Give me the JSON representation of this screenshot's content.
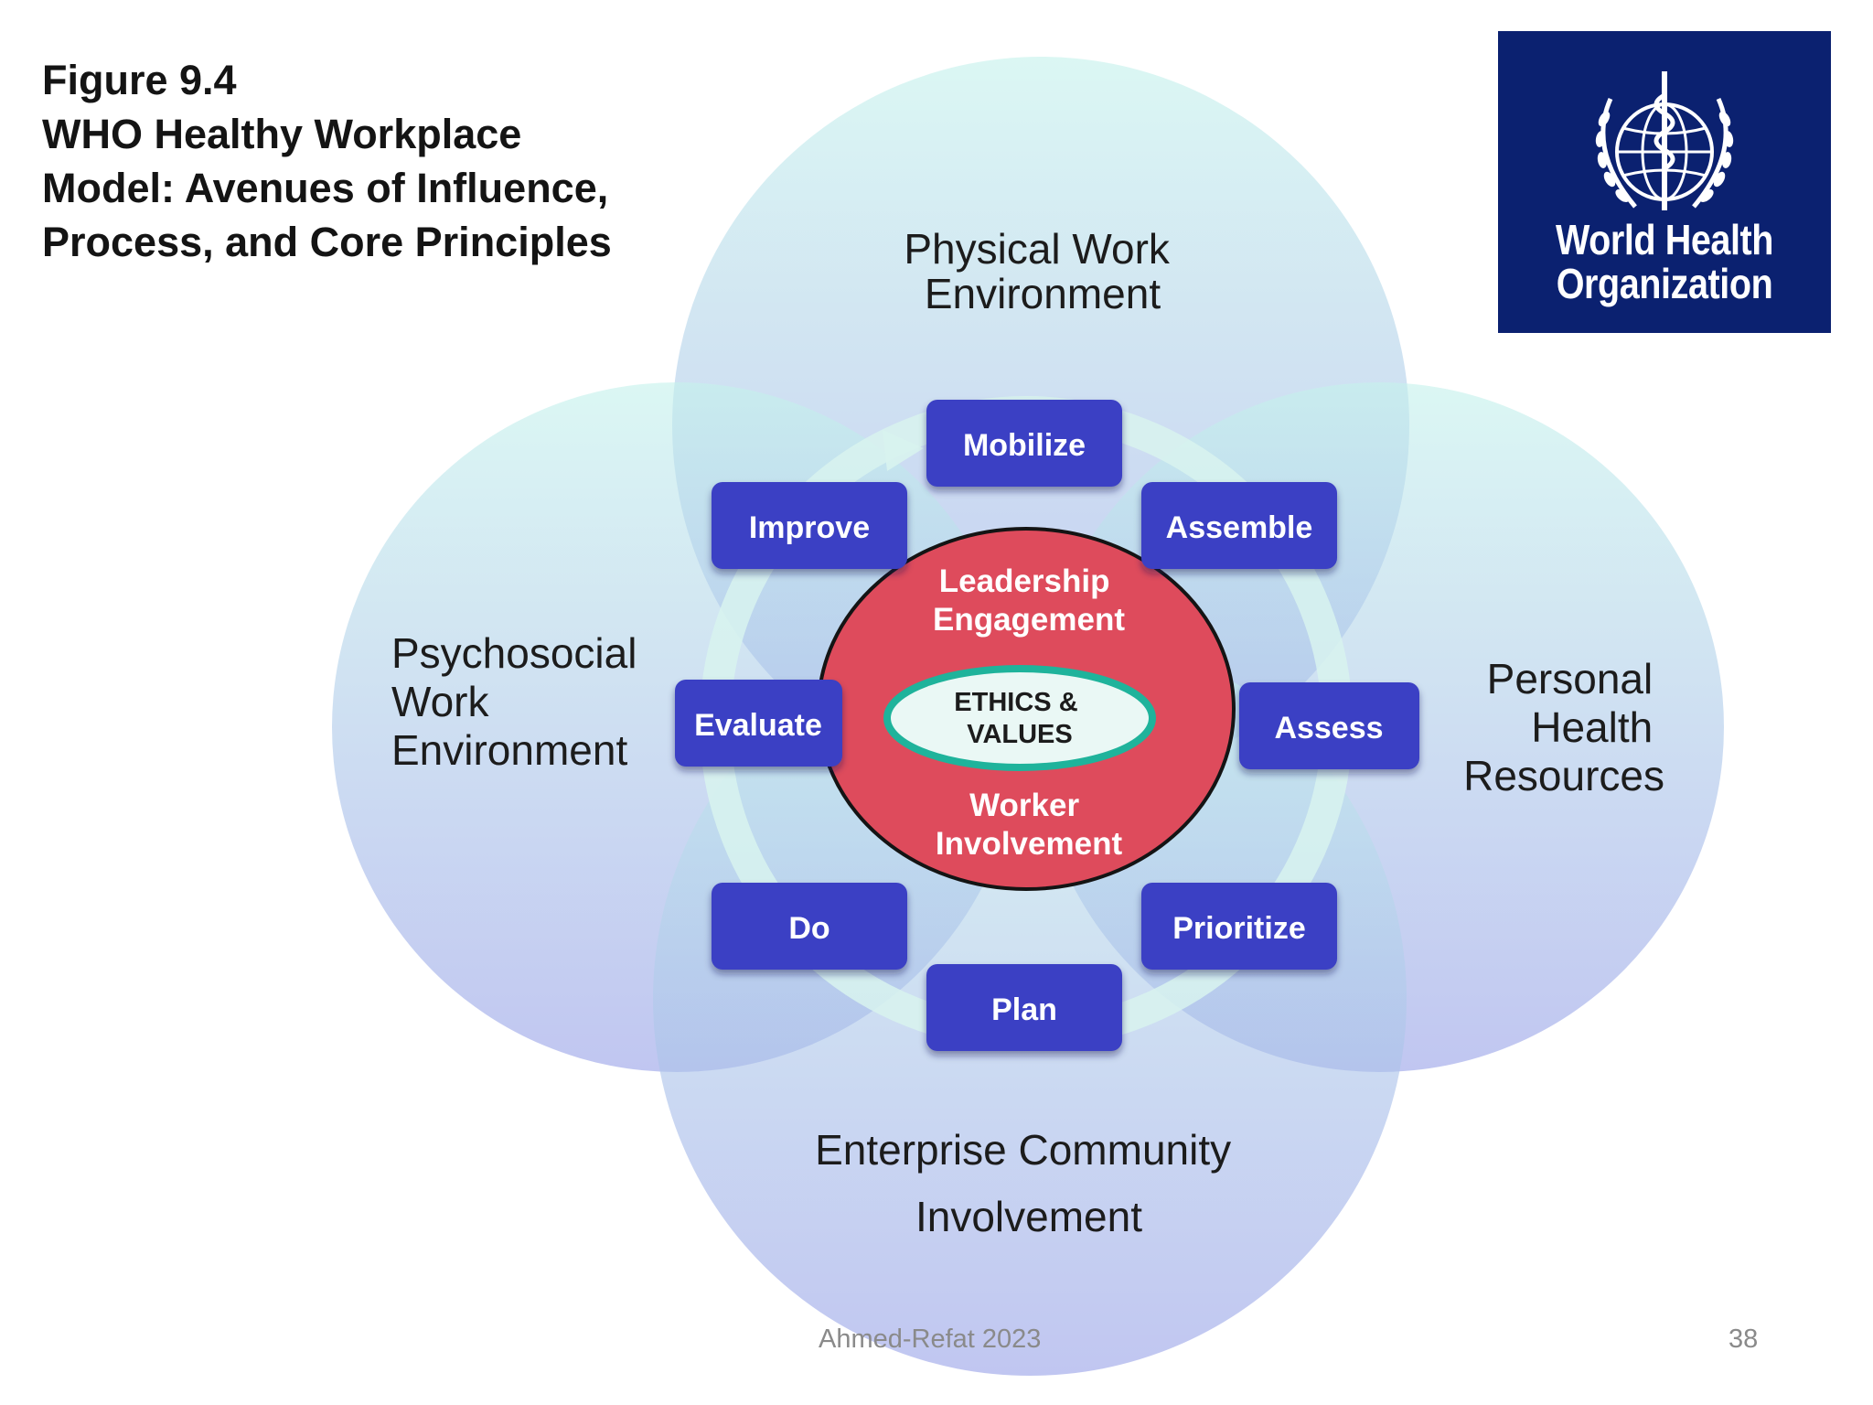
{
  "figure": {
    "caption_lines": [
      "Figure 9.4",
      "WHO Healthy Workplace",
      "Model: Avenues of Influence,",
      "Process, and Core Principles"
    ]
  },
  "logo": {
    "name_lines": [
      "World Health",
      "Organization"
    ],
    "icon": "who-emblem-icon",
    "background": "#0b2170"
  },
  "avenues": {
    "physical": [
      "Physical Work",
      "Environment"
    ],
    "psychosocial": [
      "Psychosocial",
      "Work",
      "Environment"
    ],
    "personal": [
      "Personal",
      "Health",
      "Resources"
    ],
    "enterprise": [
      "Enterprise Community",
      "Involvement"
    ]
  },
  "process_steps": {
    "mobilize": "Mobilize",
    "assemble": "Assemble",
    "assess": "Assess",
    "prioritize": "Prioritize",
    "plan": "Plan",
    "do": "Do",
    "evaluate": "Evaluate",
    "improve": "Improve"
  },
  "core": {
    "leadership": [
      "Leadership",
      "Engagement"
    ],
    "worker": [
      "Worker",
      "Involvement"
    ],
    "ethics": [
      "ETHICS &",
      "VALUES"
    ]
  },
  "colors": {
    "step_box": "#3a3fc4",
    "core_circle": "#de4b5c",
    "ethics_ring": "#1fb39b",
    "circle_top": "#c5f2ec",
    "circle_bottom": "#9aa3e8"
  },
  "footer": {
    "author": "Ahmed-Refat 2023",
    "page": "38"
  }
}
